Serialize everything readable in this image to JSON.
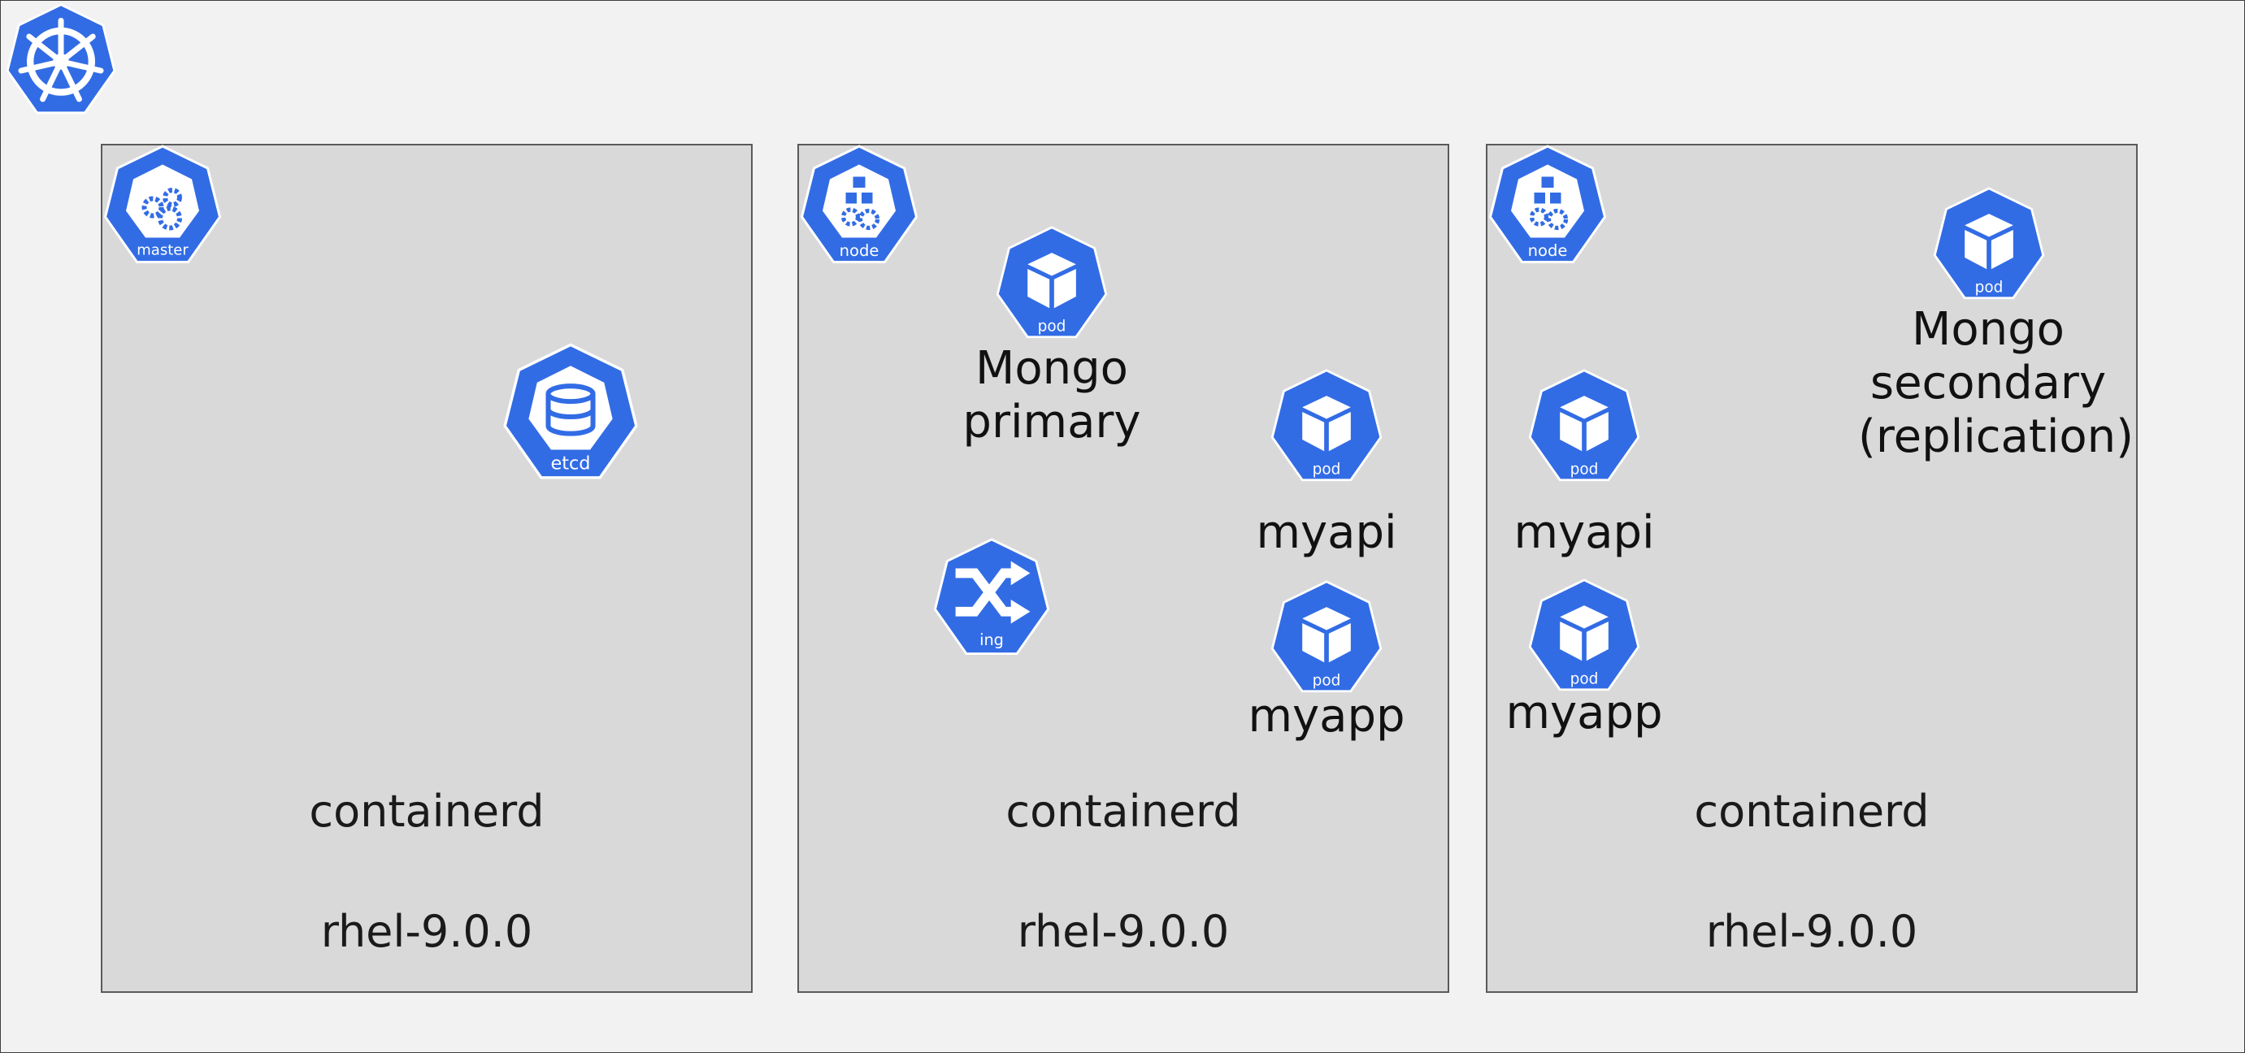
{
  "logo": {
    "icon": "kubernetes-helm-icon",
    "brand_color": "#326CE5"
  },
  "panels": [
    {
      "role_icon": {
        "icon": "master-gears-icon",
        "caption": "master"
      },
      "etcd": {
        "icon": "etcd-database-icon",
        "caption": "etcd"
      },
      "runtime": "containerd",
      "os": "rhel-9.0.0"
    },
    {
      "role_icon": {
        "icon": "node-cubes-gear-icon",
        "caption": "node"
      },
      "mongo_pod": {
        "icon": "pod-cube-icon",
        "caption": "pod",
        "label": "Mongo\nprimary"
      },
      "myapi_pod": {
        "icon": "pod-cube-icon",
        "caption": "pod",
        "label": "myapi"
      },
      "ingress": {
        "icon": "ingress-shuffle-icon",
        "caption": "ing"
      },
      "myapp_pod": {
        "icon": "pod-cube-icon",
        "caption": "pod",
        "label": "myapp"
      },
      "runtime": "containerd",
      "os": "rhel-9.0.0"
    },
    {
      "role_icon": {
        "icon": "node-cubes-gear-icon",
        "caption": "node"
      },
      "mongo_pod": {
        "icon": "pod-cube-icon",
        "caption": "pod",
        "label": "Mongo\nsecondary\n(replication)"
      },
      "myapi_pod": {
        "icon": "pod-cube-icon",
        "caption": "pod",
        "label": "myapi"
      },
      "myapp_pod": {
        "icon": "pod-cube-icon",
        "caption": "pod",
        "label": "myapp"
      },
      "runtime": "containerd",
      "os": "rhel-9.0.0"
    }
  ],
  "colors": {
    "k8s_blue": "#326CE5",
    "pane_fill": "#D9D9D9",
    "background": "#F2F2F2"
  }
}
